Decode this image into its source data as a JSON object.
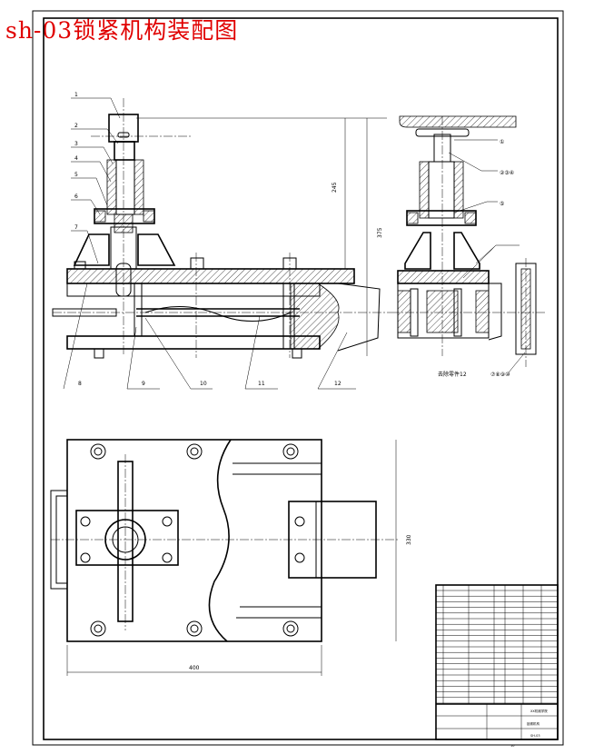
{
  "title": "sh-03锁紧机构装配图",
  "front_view": {
    "part_labels": [
      "1",
      "2",
      "3",
      "4",
      "5",
      "6",
      "7",
      "8",
      "9",
      "10",
      "11",
      "12"
    ],
    "dimensions": {
      "height_inner": "245",
      "height_outer": "375"
    }
  },
  "side_view": {
    "callouts": [
      "①",
      "②③④",
      "⑤",
      "⑦⑧⑨⑩"
    ],
    "note": "去除零件12"
  },
  "top_view": {
    "dimensions": {
      "width": "400",
      "depth": "330"
    }
  },
  "title_block": {
    "school": "XX机械学院",
    "drawing_name": "锁紧机构",
    "drawing_no": "SH-03",
    "sheet": "10"
  },
  "colors": {
    "title": "#e00000",
    "line": "#000000",
    "paper": "#ffffff"
  }
}
